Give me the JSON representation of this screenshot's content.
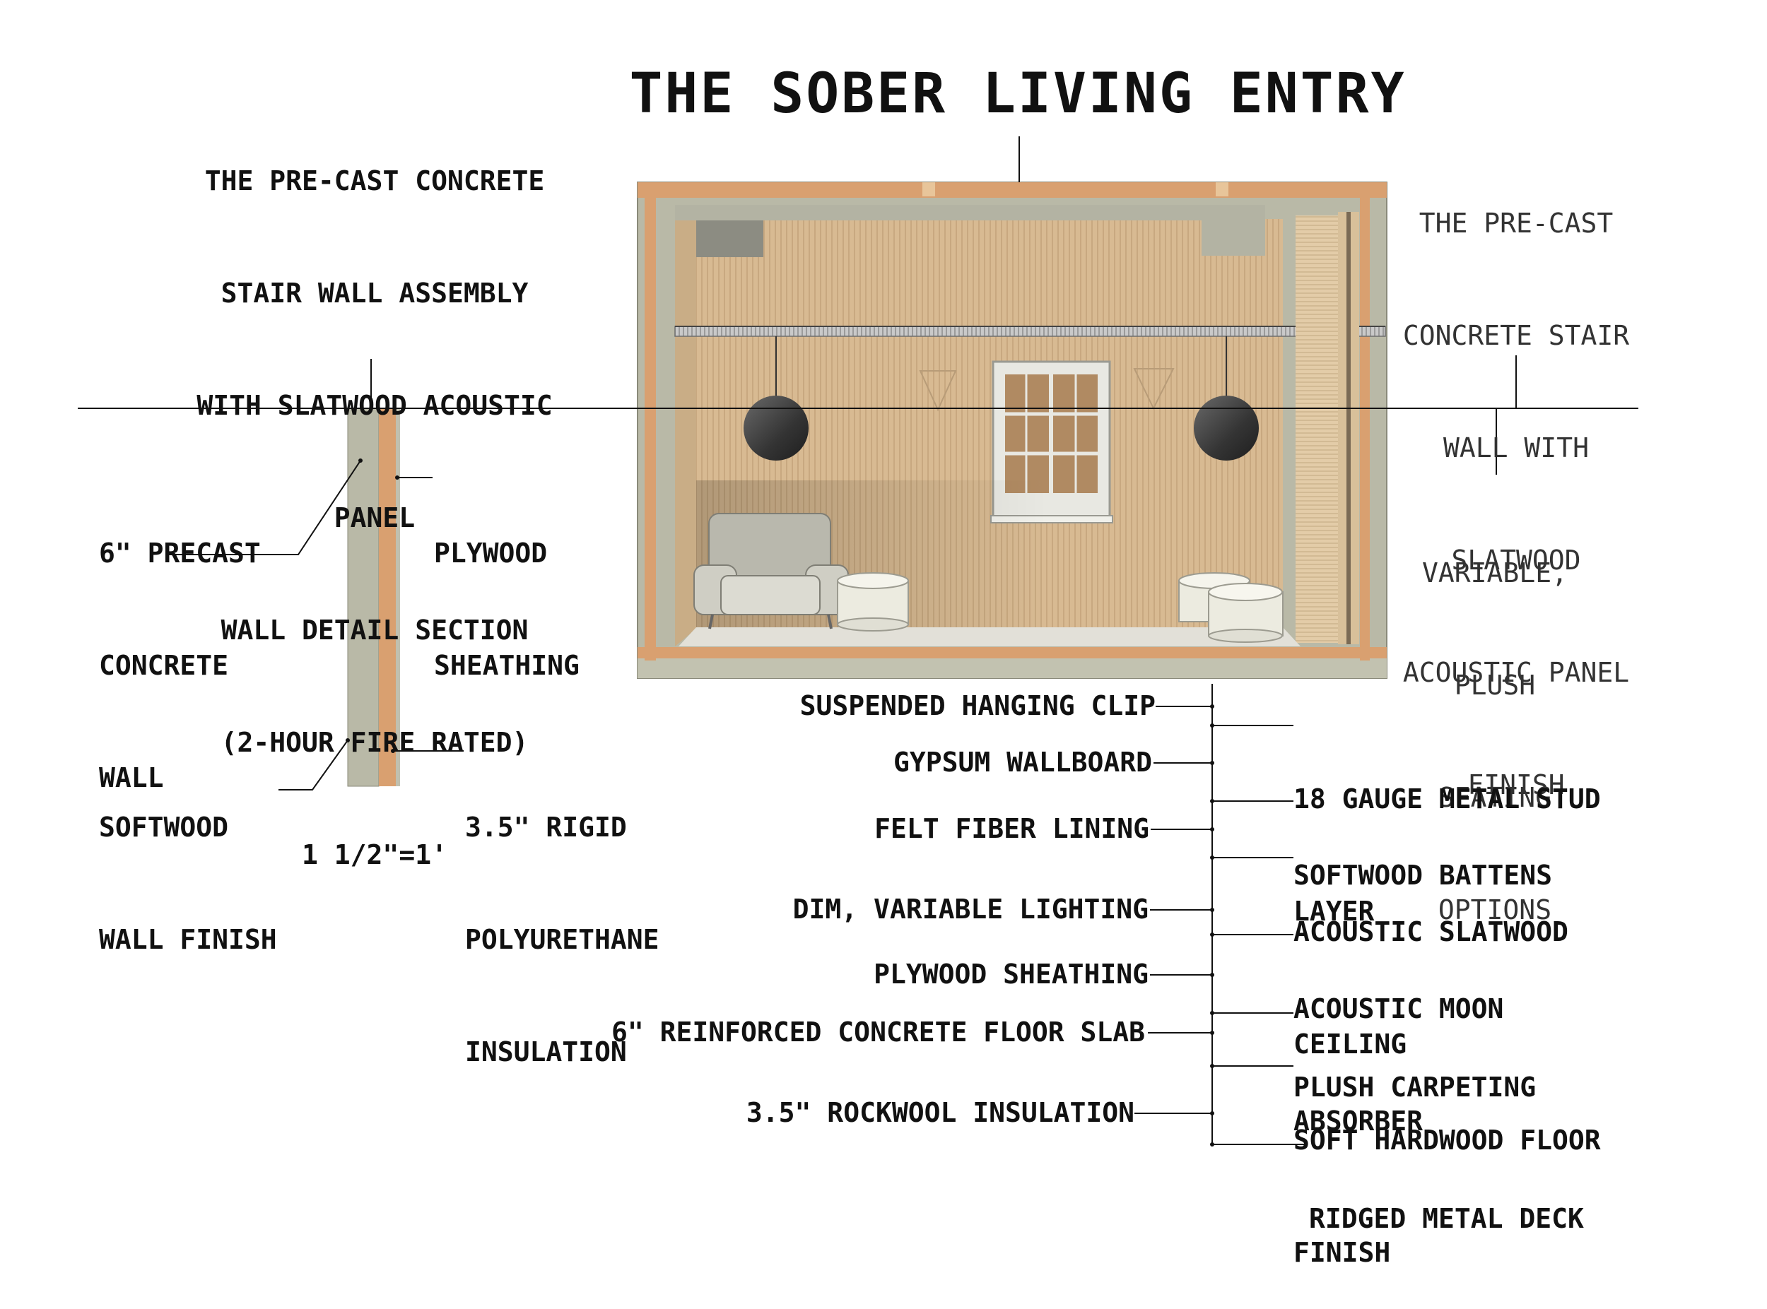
{
  "title": "THE SOBER LIVING ENTRY",
  "section_heading": {
    "lines": [
      "THE PRE-CAST CONCRETE",
      "STAIR WALL ASSEMBLY",
      "WITH SLATWOOD ACOUSTIC",
      "PANEL",
      "WALL DETAIL SECTION",
      "(2-HOUR FIRE RATED)",
      "1 1/2\"=1'"
    ]
  },
  "finish_note": {
    "lines": [
      "THE PRE-CAST",
      "CONCRETE STAIR",
      "WALL WITH",
      "SLATWOOD",
      "ACOUSTIC PANEL",
      "FINISH"
    ]
  },
  "seating_note": {
    "lines": [
      "VARIABLE,",
      "PLUSH",
      "SEATING",
      "OPTIONS"
    ]
  },
  "wall_section_labels": [
    {
      "id": "precast-wall",
      "lines": [
        "6\" PRECAST",
        "CONCRETE",
        "WALL"
      ]
    },
    {
      "id": "plywood",
      "lines": [
        "PLYWOOD",
        "SHEATHING"
      ]
    },
    {
      "id": "softwood-finish",
      "lines": [
        "SOFTWOOD",
        "WALL FINISH"
      ]
    },
    {
      "id": "rigid-insulation",
      "lines": [
        "3.5\" RIGID",
        "POLYURETHANE",
        "INSULATION"
      ]
    }
  ],
  "left_callouts": [
    "SUSPENDED HANGING CLIP",
    "GYPSUM WALLBOARD",
    "FELT FIBER LINING",
    "DIM, VARIABLE LIGHTING",
    "PLYWOOD SHEATHING",
    "6\" REINFORCED CONCRETE FLOOR SLAB",
    "3.5\" ROCKWOOL INSULATION"
  ],
  "right_callouts": [
    {
      "lines": [
        "18 GAUGE METAL STUD",
        "LAYER"
      ]
    },
    {
      "lines": [
        "SOFTWOOD BATTENS"
      ]
    },
    {
      "lines": [
        "ACOUSTIC SLATWOOD",
        "CEILING"
      ]
    },
    {
      "lines": [
        "ACOUSTIC MOON",
        "ABSORBER"
      ]
    },
    {
      "lines": [
        "PLUSH CARPETING"
      ]
    },
    {
      "lines": [
        "SOFT HARDWOOD FLOOR",
        "FINISH"
      ]
    },
    {
      "lines": [
        "RIDGED METAL DECK"
      ]
    }
  ],
  "colors": {
    "concrete": "#b9b9a7",
    "wood": "#d9a070",
    "slatwood": "#d8ba92",
    "carpet": "#e2e0d8",
    "pendant": "#3a3a3a"
  }
}
